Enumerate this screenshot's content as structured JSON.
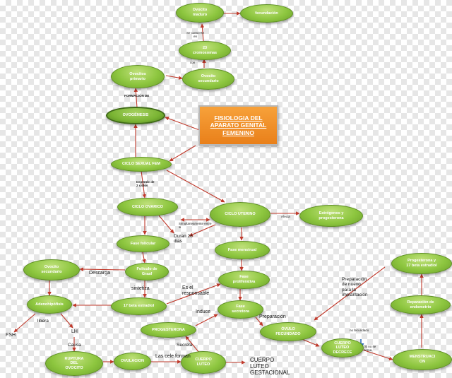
{
  "title": "FISIOLOGIA DEL APARATO GENITAL FEMENINO",
  "nodes": {
    "ovocito_maduro": "Ovocito\nmaduro",
    "fecundacion": "fecundación",
    "cromosomas": "23\ncromosomas",
    "ovocitos_primario": "Ovocitos\nprimario",
    "ovocito_secundario_top": "Ovocito\nsecundario",
    "ovogenesis": "OVOGÉNESIS",
    "ciclo_sexual": "CICLO SEXUAL FEM",
    "ciclo_ovarico": "CICLO OVARICO",
    "ciclo_uterino": "CICLO UTERINO",
    "estrogenos": "Estrógenos y\nprogesterona",
    "fase_folicular": "Fase folicular",
    "fase_menstrual": "Fase menstrual",
    "ovocito_secundario_left": "Ovocito\nsecundario",
    "foliculo_graaf": "Folículo de\nGraaf",
    "fase_proliferativa": "Fase\nproliferativa",
    "progesterona_estradiol": "Progesterona y\n17 beta estradiol",
    "adenohipofisis": "Adenohipófisis",
    "beta_estradiol": "17 beta estradiol",
    "fase_secretora": "Fase\nsecretora",
    "reparacion_endometrio": "Reparación de\nendometrio",
    "progesterona": "PROGESTERONA",
    "ovulo_fecundado": "ÓVULO\nFECUNDADO",
    "ruptura_ovocito": "RUPTURA\nDEL\nOVOCITO",
    "ovulacion": "OVULACION",
    "cuerpo_luteo": "CUERPO\nLUTEO",
    "cuerpo_luteo_decrece": "CUERPO\nLUTEO\nDECRECE",
    "menstruacion": "MENSTRUACI\nON"
  },
  "labels": {
    "se_convierte": "Se convierte\nen",
    "con": "con",
    "formacion": "FORMACIÓN DE",
    "depende": "Depende de\n2 ciclos",
    "simultaneamente": "Simultaneamente entre\nsi",
    "duran": "Duran 28\ndias",
    "afecta": "Afecta",
    "descarga": "Descarga",
    "sintetiza": "sintetiza",
    "es_responsable": "Es el\nresponsable",
    "induce": "Induce",
    "libera": "libera",
    "fsh": "FSH",
    "lh": "LH",
    "causa": "Causa",
    "secreta": "Secreta",
    "las_cele_forman": "Las cele forman",
    "preparacion_nuevo": "Preparación\nde nuevo\npara la\nimplantación",
    "preparacion": "Preparación",
    "cuerpo_luteo_gestacional": "CUERPO\nLUTEO\nGESTACIONAL",
    "no_fecundado": "no fecundado",
    "se_torna": "Si no se\ntorna"
  },
  "colors": {
    "node_green": "#8dc63f",
    "node_border": "#5f8f25",
    "title_orange": "#f28c28",
    "arrow_red": "#c0392b",
    "small_arrow_blue": "#2c6fbf"
  }
}
